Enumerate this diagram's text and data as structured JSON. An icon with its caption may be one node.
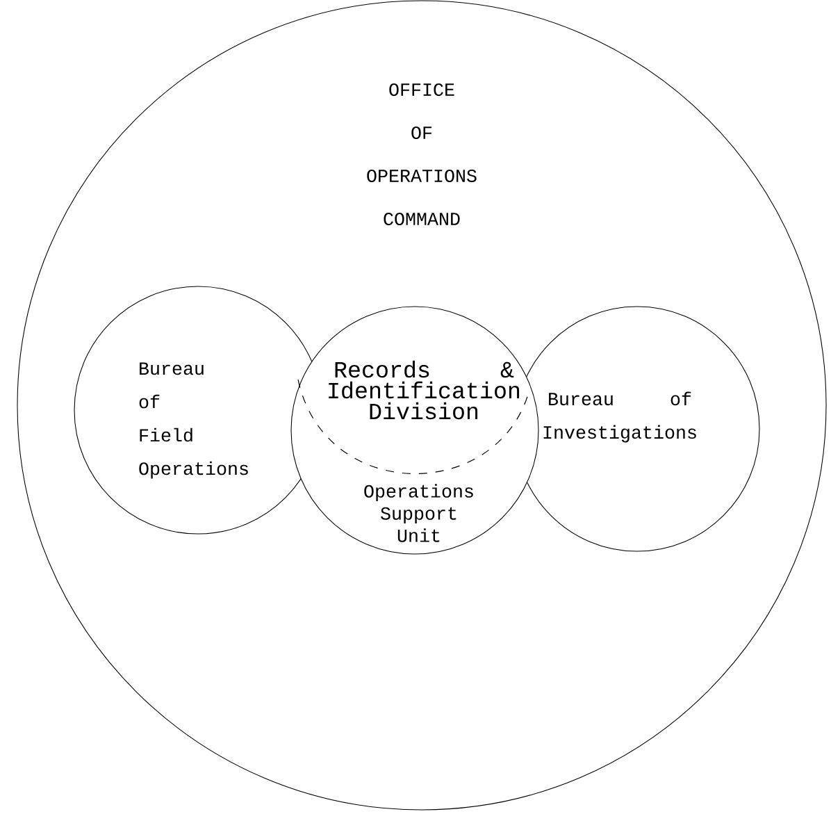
{
  "diagram": {
    "nodes": [
      {
        "text": [
          "OFFICE OF OPERATIONS COMMAND"
        ]
      },
      {
        "text": [
          "Bureau of Field Operations"
        ],
        "in": 0
      },
      {
        "text": [
          "Records & Identification Division",
          "Operations Support Unit"
        ],
        "in": 0
      },
      {
        "text": [
          "Bureau of Investigations"
        ],
        "in": 0
      }
    ]
  }
}
